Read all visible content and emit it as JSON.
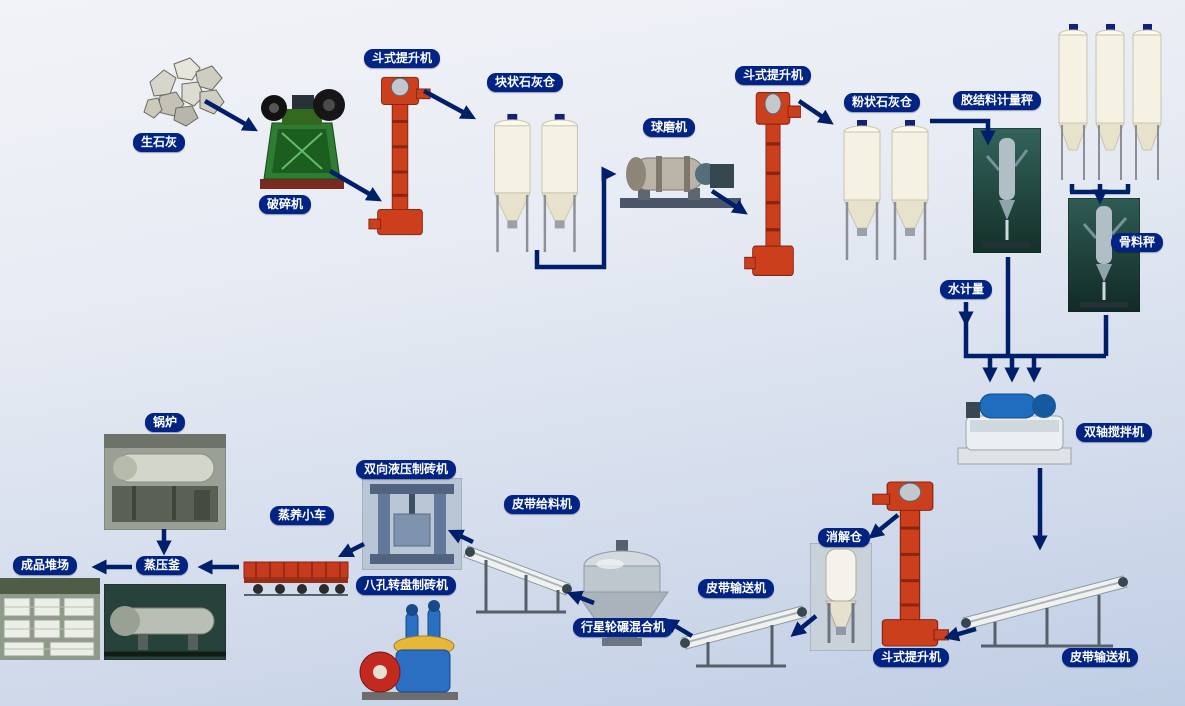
{
  "diagram": {
    "labels": {
      "quicklime": "生石灰",
      "crusher": "破碎机",
      "bucket_elevator_1": "斗式提升机",
      "lump_lime_silo": "块状石灰仓",
      "ball_mill": "球磨机",
      "bucket_elevator_2": "斗式提升机",
      "powder_lime_silo": "粉状石灰仓",
      "binder_metering_scale": "胶结料计量秤",
      "aggregate_scale": "骨料秤",
      "water_metering": "水计量",
      "twin_shaft_mixer": "双轴搅拌机",
      "belt_conveyor_right": "皮带输送机",
      "bucket_elevator_3": "斗式提升机",
      "digestion_silo": "消解仓",
      "belt_conveyor_mid": "皮带输送机",
      "planetary_mixer": "行星轮碾混合机",
      "belt_feeder": "皮带给料机",
      "hydraulic_brick_press": "双向液压制砖机",
      "rotary_brick_press": "八孔转盘制砖机",
      "curing_trolley": "蒸养小车",
      "autoclave": "蒸压釜",
      "boiler": "锅炉",
      "product_yard": "成品堆场"
    },
    "colors": {
      "label_background": "#012383",
      "label_text": "#ffffff",
      "arrow": "#001f6b",
      "elevator_red": "#cc3f1c",
      "silo_cream": "#f5f2e4",
      "background_top": "#f2f3f8",
      "background_bottom": "#bfcde4"
    }
  }
}
